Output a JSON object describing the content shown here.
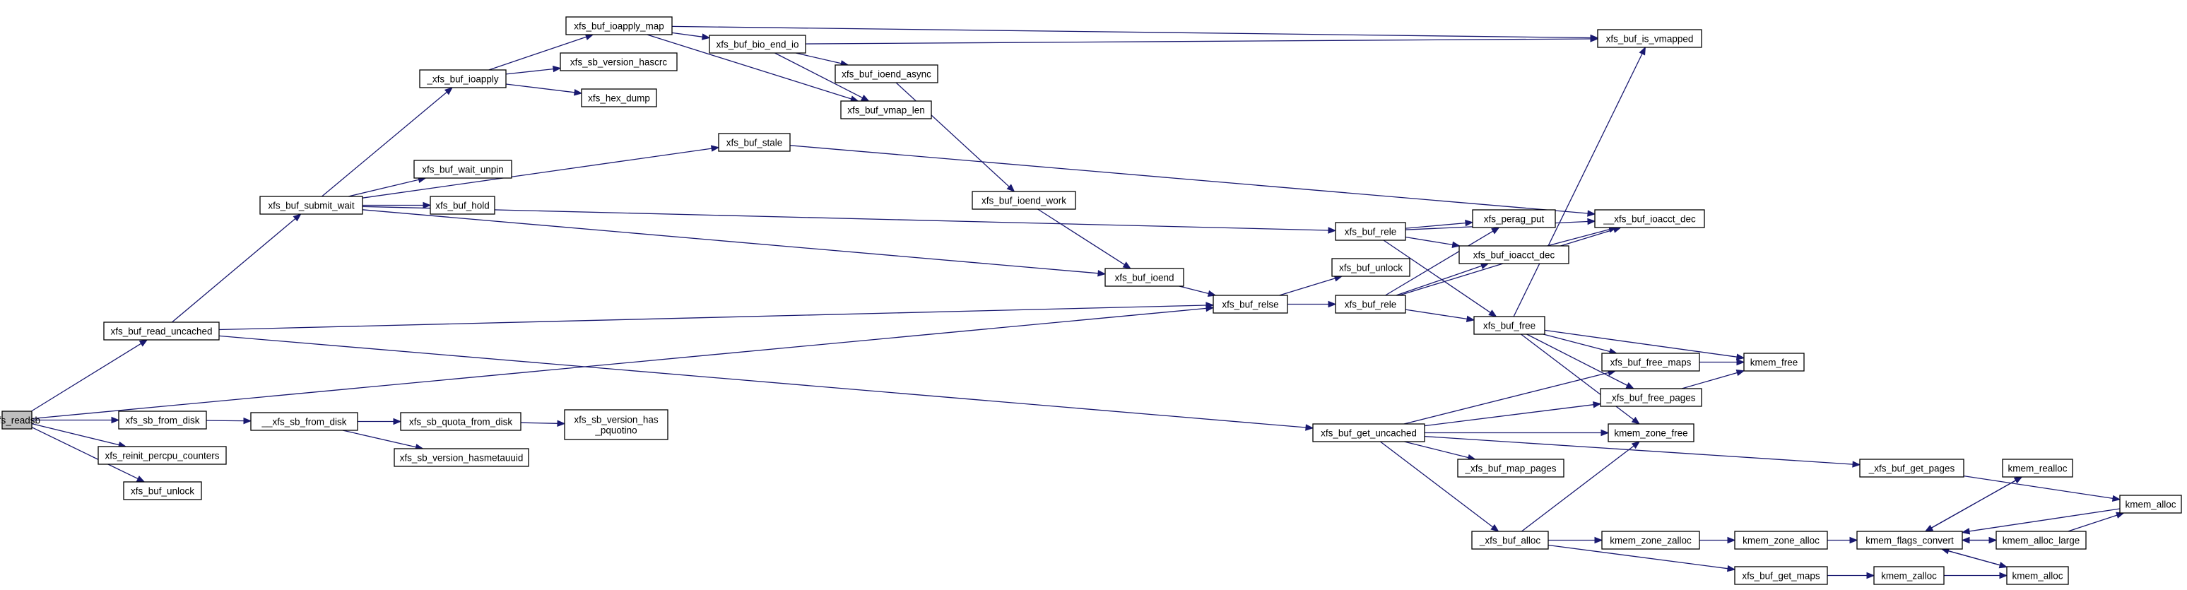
{
  "graph": {
    "nodes": [
      {
        "id": "xfs_readsb",
        "label": [
          "xfs_readsb"
        ],
        "root": true
      },
      {
        "id": "xfs_buf_read_uncached",
        "label": [
          "xfs_buf_read_uncached"
        ]
      },
      {
        "id": "xfs_sb_from_disk",
        "label": [
          "xfs_sb_from_disk"
        ]
      },
      {
        "id": "xfs_reinit_percpu_counters",
        "label": [
          "xfs_reinit_percpu_counters"
        ]
      },
      {
        "id": "xfs_buf_unlock_1",
        "label": [
          "xfs_buf_unlock"
        ]
      },
      {
        "id": "xfs_buf_submit_wait",
        "label": [
          "xfs_buf_submit_wait"
        ]
      },
      {
        "id": "__xfs_sb_from_disk",
        "label": [
          "__xfs_sb_from_disk"
        ]
      },
      {
        "id": "xfs_sb_quota_from_disk",
        "label": [
          "xfs_sb_quota_from_disk"
        ]
      },
      {
        "id": "xfs_sb_version_hasmetauuid",
        "label": [
          "xfs_sb_version_hasmetauuid"
        ]
      },
      {
        "id": "xfs_sb_version_has_pquotino",
        "label": [
          "xfs_sb_version_has",
          "_pquotino"
        ]
      },
      {
        "id": "_xfs_buf_ioapply",
        "label": [
          "_xfs_buf_ioapply"
        ]
      },
      {
        "id": "xfs_buf_wait_unpin",
        "label": [
          "xfs_buf_wait_unpin"
        ]
      },
      {
        "id": "xfs_buf_hold",
        "label": [
          "xfs_buf_hold"
        ]
      },
      {
        "id": "xfs_buf_ioapply_map",
        "label": [
          "xfs_buf_ioapply_map"
        ]
      },
      {
        "id": "xfs_sb_version_hascrc",
        "label": [
          "xfs_sb_version_hascrc"
        ]
      },
      {
        "id": "xfs_hex_dump",
        "label": [
          "xfs_hex_dump"
        ]
      },
      {
        "id": "xfs_buf_stale",
        "label": [
          "xfs_buf_stale"
        ]
      },
      {
        "id": "xfs_buf_bio_end_io",
        "label": [
          "xfs_buf_bio_end_io"
        ]
      },
      {
        "id": "xfs_buf_ioend_async",
        "label": [
          "xfs_buf_ioend_async"
        ]
      },
      {
        "id": "xfs_buf_vmap_len",
        "label": [
          "xfs_buf_vmap_len"
        ]
      },
      {
        "id": "xfs_buf_ioend_work",
        "label": [
          "xfs_buf_ioend_work"
        ]
      },
      {
        "id": "xfs_buf_ioend",
        "label": [
          "xfs_buf_ioend"
        ]
      },
      {
        "id": "xfs_buf_relse",
        "label": [
          "xfs_buf_relse"
        ]
      },
      {
        "id": "xfs_buf_rele_top",
        "label": [
          "xfs_buf_rele"
        ]
      },
      {
        "id": "xfs_buf_unlock_2",
        "label": [
          "xfs_buf_unlock"
        ]
      },
      {
        "id": "xfs_buf_rele_mid",
        "label": [
          "xfs_buf_rele"
        ]
      },
      {
        "id": "xfs_perag_put",
        "label": [
          "xfs_perag_put"
        ]
      },
      {
        "id": "xfs_buf_ioacct_dec",
        "label": [
          "xfs_buf_ioacct_dec"
        ]
      },
      {
        "id": "__xfs_buf_ioacct_dec",
        "label": [
          "__xfs_buf_ioacct_dec"
        ]
      },
      {
        "id": "xfs_buf_is_vmapped",
        "label": [
          "xfs_buf_is_vmapped"
        ]
      },
      {
        "id": "xfs_buf_free",
        "label": [
          "xfs_buf_free"
        ]
      },
      {
        "id": "xfs_buf_free_maps",
        "label": [
          "xfs_buf_free_maps"
        ]
      },
      {
        "id": "kmem_free",
        "label": [
          "kmem_free"
        ]
      },
      {
        "id": "_xfs_buf_free_pages",
        "label": [
          "_xfs_buf_free_pages"
        ]
      },
      {
        "id": "kmem_zone_free",
        "label": [
          "kmem_zone_free"
        ]
      },
      {
        "id": "xfs_buf_get_uncached",
        "label": [
          "xfs_buf_get_uncached"
        ]
      },
      {
        "id": "_xfs_buf_map_pages",
        "label": [
          "_xfs_buf_map_pages"
        ]
      },
      {
        "id": "_xfs_buf_get_pages",
        "label": [
          "_xfs_buf_get_pages"
        ]
      },
      {
        "id": "_xfs_buf_alloc",
        "label": [
          "_xfs_buf_alloc"
        ]
      },
      {
        "id": "kmem_zone_zalloc",
        "label": [
          "kmem_zone_zalloc"
        ]
      },
      {
        "id": "kmem_zone_alloc",
        "label": [
          "kmem_zone_alloc"
        ]
      },
      {
        "id": "kmem_flags_convert",
        "label": [
          "kmem_flags_convert"
        ]
      },
      {
        "id": "kmem_realloc",
        "label": [
          "kmem_realloc"
        ]
      },
      {
        "id": "kmem_alloc",
        "label": [
          "kmem_alloc"
        ]
      },
      {
        "id": "kmem_alloc_large",
        "label": [
          "kmem_alloc_large"
        ]
      },
      {
        "id": "xfs_buf_get_maps",
        "label": [
          "xfs_buf_get_maps"
        ]
      },
      {
        "id": "kmem_zalloc",
        "label": [
          "kmem_zalloc"
        ]
      },
      {
        "id": "kmem_alloc_2",
        "label": [
          "kmem_alloc"
        ]
      }
    ],
    "edges": [
      [
        "xfs_readsb",
        "xfs_buf_read_uncached"
      ],
      [
        "xfs_readsb",
        "xfs_buf_relse"
      ],
      [
        "xfs_readsb",
        "xfs_sb_from_disk"
      ],
      [
        "xfs_readsb",
        "xfs_reinit_percpu_counters"
      ],
      [
        "xfs_readsb",
        "xfs_buf_unlock_1"
      ],
      [
        "xfs_buf_read_uncached",
        "xfs_buf_submit_wait"
      ],
      [
        "xfs_buf_read_uncached",
        "xfs_buf_relse"
      ],
      [
        "xfs_buf_read_uncached",
        "xfs_buf_get_uncached"
      ],
      [
        "xfs_sb_from_disk",
        "__xfs_sb_from_disk"
      ],
      [
        "__xfs_sb_from_disk",
        "xfs_sb_quota_from_disk"
      ],
      [
        "__xfs_sb_from_disk",
        "xfs_sb_version_hasmetauuid"
      ],
      [
        "xfs_sb_quota_from_disk",
        "xfs_sb_version_has_pquotino"
      ],
      [
        "xfs_buf_submit_wait",
        "_xfs_buf_ioapply"
      ],
      [
        "xfs_buf_submit_wait",
        "xfs_buf_stale"
      ],
      [
        "xfs_buf_submit_wait",
        "xfs_buf_wait_unpin"
      ],
      [
        "xfs_buf_submit_wait",
        "xfs_buf_hold"
      ],
      [
        "xfs_buf_submit_wait",
        "xfs_buf_rele_top"
      ],
      [
        "xfs_buf_submit_wait",
        "xfs_buf_ioend"
      ],
      [
        "_xfs_buf_ioapply",
        "xfs_buf_ioapply_map"
      ],
      [
        "_xfs_buf_ioapply",
        "xfs_sb_version_hascrc"
      ],
      [
        "_xfs_buf_ioapply",
        "xfs_hex_dump"
      ],
      [
        "xfs_buf_ioapply_map",
        "xfs_buf_bio_end_io"
      ],
      [
        "xfs_buf_ioapply_map",
        "xfs_buf_is_vmapped"
      ],
      [
        "xfs_buf_ioapply_map",
        "xfs_buf_vmap_len"
      ],
      [
        "xfs_buf_bio_end_io",
        "xfs_buf_is_vmapped"
      ],
      [
        "xfs_buf_bio_end_io",
        "xfs_buf_ioend_async"
      ],
      [
        "xfs_buf_bio_end_io",
        "xfs_buf_vmap_len"
      ],
      [
        "xfs_buf_ioend_async",
        "xfs_buf_ioend_work"
      ],
      [
        "xfs_buf_ioend_work",
        "xfs_buf_ioend"
      ],
      [
        "xfs_buf_stale",
        "__xfs_buf_ioacct_dec"
      ],
      [
        "xfs_buf_ioend",
        "xfs_buf_relse"
      ],
      [
        "xfs_buf_relse",
        "xfs_buf_unlock_2"
      ],
      [
        "xfs_buf_relse",
        "xfs_buf_rele_mid"
      ],
      [
        "xfs_buf_rele_top",
        "xfs_perag_put"
      ],
      [
        "xfs_buf_rele_top",
        "xfs_buf_ioacct_dec"
      ],
      [
        "xfs_buf_rele_top",
        "__xfs_buf_ioacct_dec"
      ],
      [
        "xfs_buf_rele_top",
        "xfs_buf_free"
      ],
      [
        "xfs_buf_rele_mid",
        "xfs_perag_put"
      ],
      [
        "xfs_buf_rele_mid",
        "xfs_buf_ioacct_dec"
      ],
      [
        "xfs_buf_rele_mid",
        "__xfs_buf_ioacct_dec"
      ],
      [
        "xfs_buf_rele_mid",
        "xfs_buf_free"
      ],
      [
        "xfs_buf_ioacct_dec",
        "__xfs_buf_ioacct_dec"
      ],
      [
        "xfs_buf_free",
        "xfs_buf_is_vmapped"
      ],
      [
        "xfs_buf_free",
        "xfs_buf_free_maps"
      ],
      [
        "xfs_buf_free",
        "kmem_free"
      ],
      [
        "xfs_buf_free",
        "_xfs_buf_free_pages"
      ],
      [
        "xfs_buf_free",
        "kmem_zone_free"
      ],
      [
        "xfs_buf_free_maps",
        "kmem_free"
      ],
      [
        "_xfs_buf_free_pages",
        "kmem_free"
      ],
      [
        "xfs_buf_get_uncached",
        "xfs_buf_free_maps"
      ],
      [
        "xfs_buf_get_uncached",
        "_xfs_buf_free_pages"
      ],
      [
        "xfs_buf_get_uncached",
        "kmem_zone_free"
      ],
      [
        "xfs_buf_get_uncached",
        "_xfs_buf_map_pages"
      ],
      [
        "xfs_buf_get_uncached",
        "_xfs_buf_get_pages"
      ],
      [
        "xfs_buf_get_uncached",
        "_xfs_buf_alloc"
      ],
      [
        "_xfs_buf_get_pages",
        "kmem_alloc"
      ],
      [
        "_xfs_buf_alloc",
        "kmem_zone_free"
      ],
      [
        "_xfs_buf_alloc",
        "kmem_zone_zalloc"
      ],
      [
        "_xfs_buf_alloc",
        "xfs_buf_get_maps"
      ],
      [
        "kmem_zone_zalloc",
        "kmem_zone_alloc"
      ],
      [
        "kmem_zone_alloc",
        "kmem_flags_convert"
      ],
      [
        "kmem_flags_convert",
        "kmem_realloc"
      ],
      [
        "kmem_flags_convert",
        "kmem_alloc_large"
      ],
      [
        "kmem_flags_convert",
        "kmem_alloc_2"
      ],
      [
        "kmem_realloc",
        "kmem_flags_convert"
      ],
      [
        "kmem_alloc",
        "kmem_flags_convert"
      ],
      [
        "kmem_alloc_large",
        "kmem_flags_convert"
      ],
      [
        "kmem_alloc_large",
        "kmem_alloc"
      ],
      [
        "kmem_alloc_2",
        "kmem_flags_convert"
      ],
      [
        "xfs_buf_get_maps",
        "kmem_zalloc"
      ],
      [
        "kmem_zalloc",
        "kmem_alloc_2"
      ]
    ]
  }
}
